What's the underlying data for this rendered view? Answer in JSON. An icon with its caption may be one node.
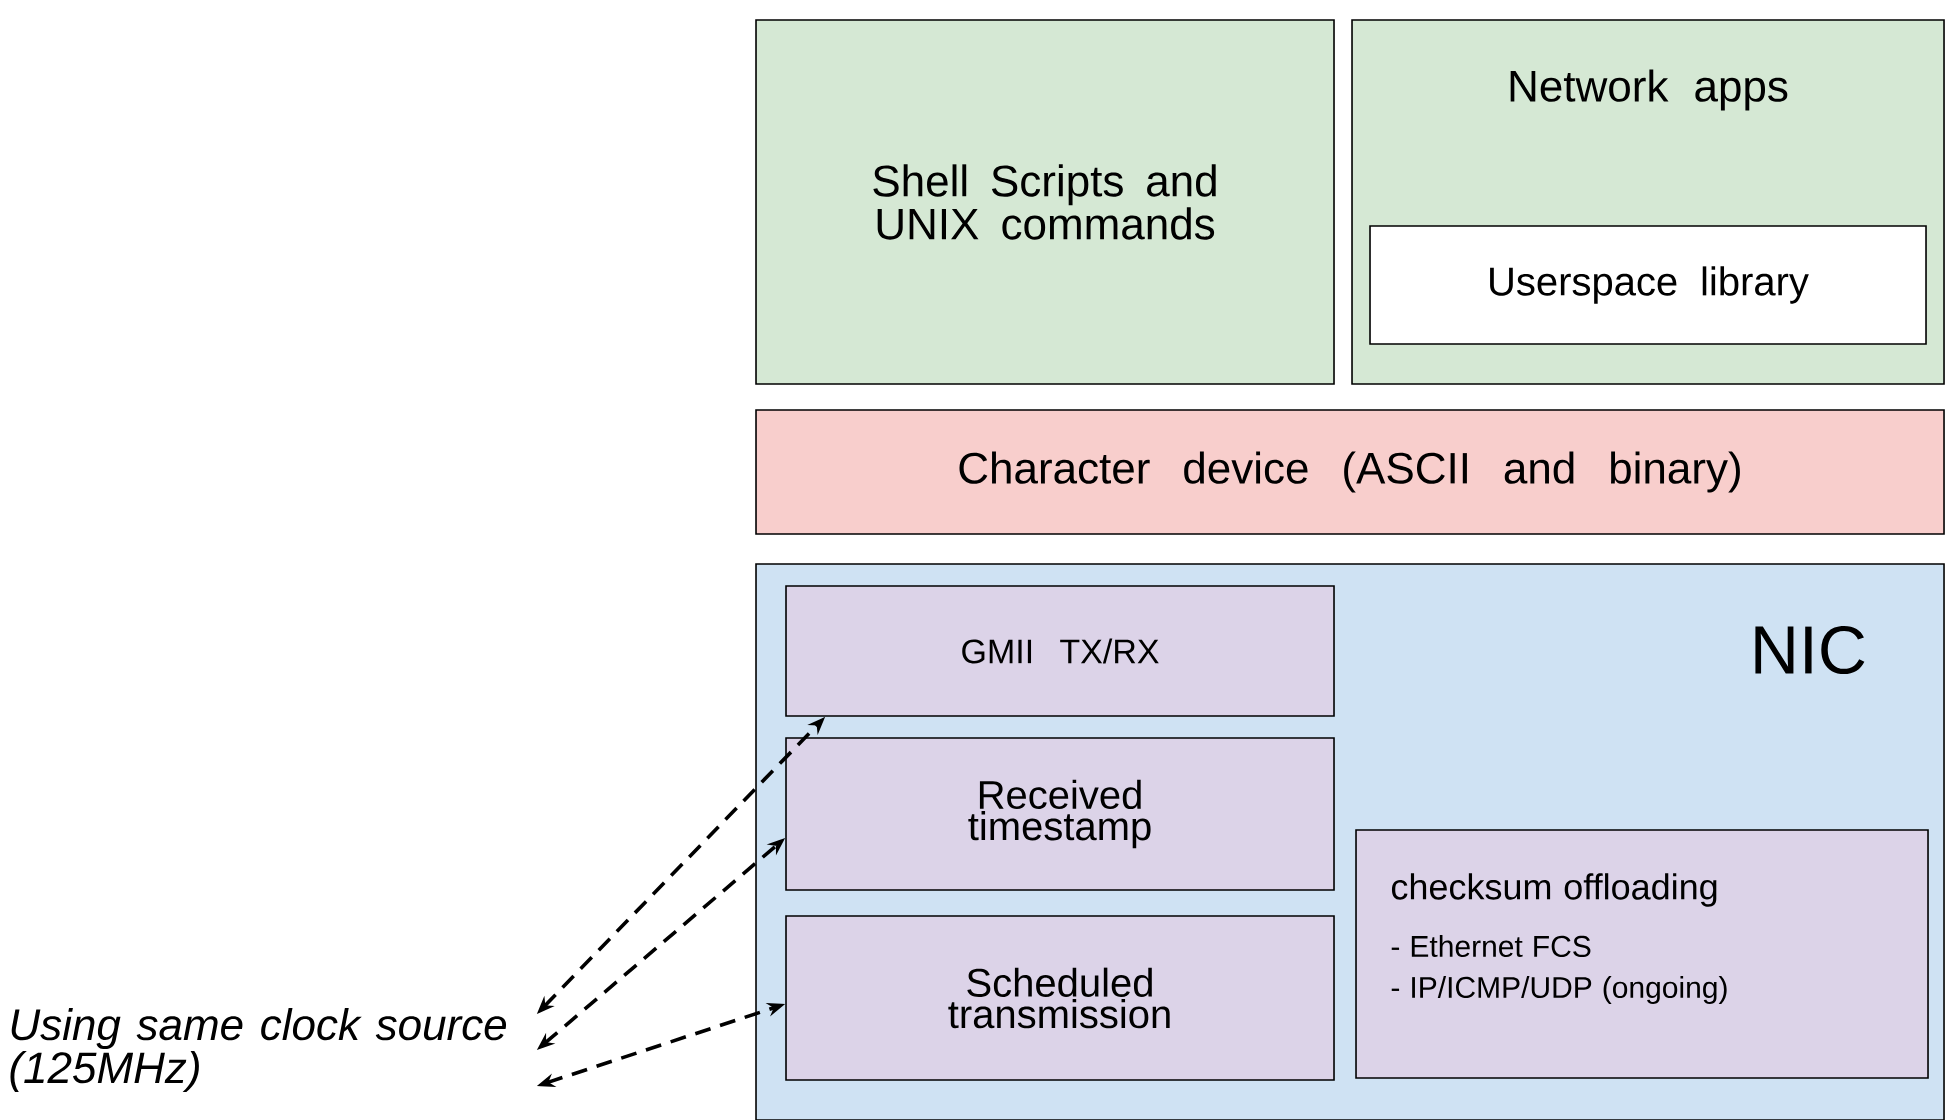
{
  "diagram": {
    "nodes": [
      {
        "text": [
          "Shell Scripts and UNIX commands"
        ]
      },
      {
        "text": [
          "Network apps"
        ]
      },
      {
        "text": [
          "Userspace library"
        ],
        "in": 1
      },
      {
        "text": [
          "Character device (ASCII and binary)"
        ]
      },
      {
        "text": [
          "NIC"
        ]
      },
      {
        "text": [
          "GMII TX/RX"
        ],
        "in": 4
      },
      {
        "text": [
          "Received timestamp"
        ],
        "in": 4
      },
      {
        "text": [
          "Scheduled transmission"
        ],
        "in": 4
      },
      {
        "text": [
          "checksum offloading",
          "- Ethernet FCS",
          "- IP/ICMP/UDP (ongoing)"
        ],
        "in": 4
      },
      {
        "text": [
          "*Using same clock source (125MHz)*"
        ]
      }
    ],
    "edges": [
      {
        "from": 9,
        "to": 5,
        "arrow": "both",
        "style": "dashed"
      },
      {
        "from": 9,
        "to": 6,
        "arrow": "both",
        "style": "dashed"
      },
      {
        "from": 9,
        "to": 7,
        "arrow": "both",
        "style": "dashed"
      }
    ]
  }
}
